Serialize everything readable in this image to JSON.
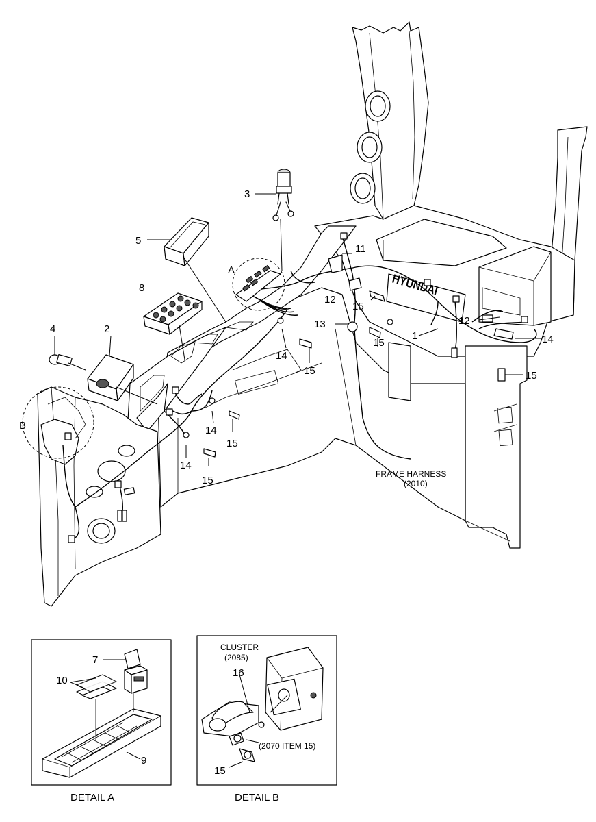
{
  "callouts": {
    "c1": "1",
    "c2": "2",
    "c3": "3",
    "c4": "4",
    "c5": "5",
    "c7": "7",
    "c8": "8",
    "c9": "9",
    "c10": "10",
    "c11": "11",
    "c12a": "12",
    "c12b": "12",
    "c13": "13",
    "c14a": "14",
    "c14b": "14",
    "c14c": "14",
    "c14d": "14",
    "c15a": "15",
    "c15b": "15",
    "c15c": "15",
    "c15d": "15",
    "c15e": "15",
    "c15f": "15",
    "c15g": "15",
    "c16": "16",
    "A": "A",
    "B": "B"
  },
  "frame_harness": {
    "line1": "FRAME HARNESS",
    "line2": "(2010)"
  },
  "cluster": {
    "line1": "CLUSTER",
    "line2": "(2085)"
  },
  "item_ref": "(2070 ITEM 15)",
  "brand": "HYUNDAI",
  "detail_a": "DETAIL  A",
  "detail_b": "DETAIL  B"
}
